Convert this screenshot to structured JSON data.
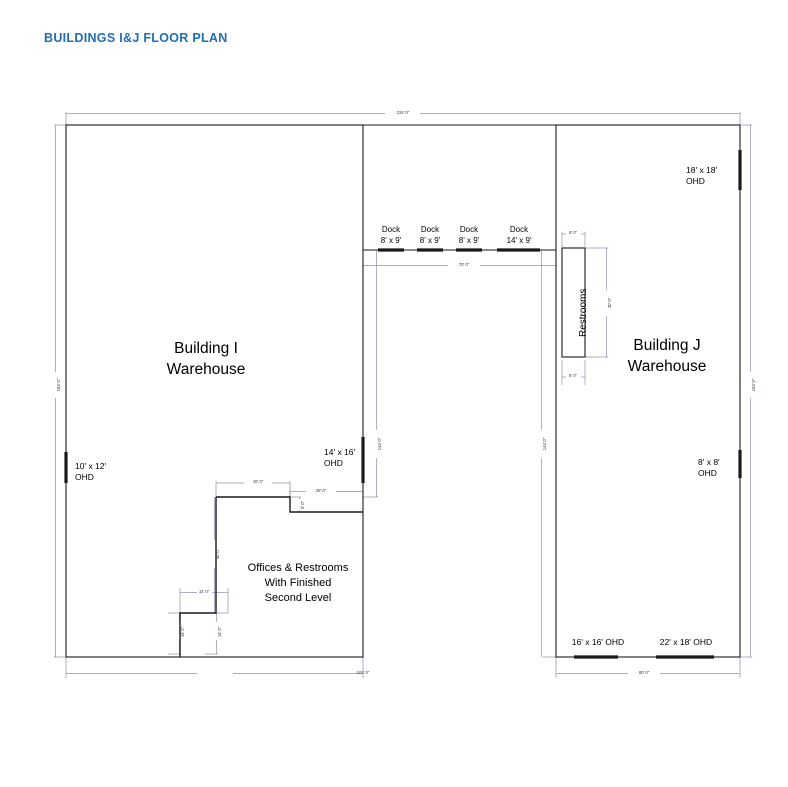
{
  "title": "BUILDINGS I&J FLOOR PLAN",
  "title_color": "#1f6eb4",
  "colors": {
    "wall": "#1a1a1a",
    "dimension": "#8f8fb5",
    "dimension_text": "#3b3b55",
    "accent": "#1f6eb4",
    "background": "#ffffff"
  },
  "buildings": [
    {
      "name_line1": "Building I",
      "name_line2": "Warehouse"
    },
    {
      "name_line1": "Building J",
      "name_line2": "Warehouse"
    }
  ],
  "rooms": {
    "restrooms_label": "Restrooms",
    "office_line1": "Offices & Restrooms",
    "office_line2": "With Finished",
    "office_line3": "Second Level"
  },
  "docks": [
    {
      "label": "Dock",
      "size": "8' x 9'"
    },
    {
      "label": "Dock",
      "size": "8' x 9'"
    },
    {
      "label": "Dock",
      "size": "8' x 9'"
    },
    {
      "label": "Dock",
      "size": "14' x 9'"
    }
  ],
  "overhead_doors": [
    {
      "id": "ohd-18x18",
      "size": "18' x 18'",
      "type": "OHD"
    },
    {
      "id": "ohd-10x12",
      "size": "10' x 12'",
      "type": "OHD"
    },
    {
      "id": "ohd-14x16",
      "size": "14' x 16'",
      "type": "OHD"
    },
    {
      "id": "ohd-8x8",
      "size": "8' x 8'",
      "type": "OHD"
    },
    {
      "id": "ohd-16x16",
      "label": "16' x 16' OHD"
    },
    {
      "id": "ohd-22x18",
      "label": "22' x 18' OHD"
    }
  ],
  "dimensions": {
    "overall_top": "234' 0\"",
    "left_height": "184' 0\"",
    "right_height": "184' 0\"",
    "bldg_i_bottom": "104' 0\"",
    "bldg_j_bottom": "80' 0\"",
    "dock_run": "70' 0\"",
    "bldg_i_inner_height": "144' 0\"",
    "bldg_j_inner_height": "144' 0\"",
    "restroom_width_top": "8' 0\"",
    "restroom_width_bottom": "8' 0\"",
    "restroom_height": "40' 0\"",
    "office_top_width": "18' 0\"",
    "office_step_width": "28' 0\"",
    "office_step_height": "5' 0\"",
    "office_height": "40' 0\"",
    "office_lower_width": "14' 0\"",
    "office_lower_height_a": "14' 0\"",
    "office_lower_height_b": "14' 0\""
  }
}
